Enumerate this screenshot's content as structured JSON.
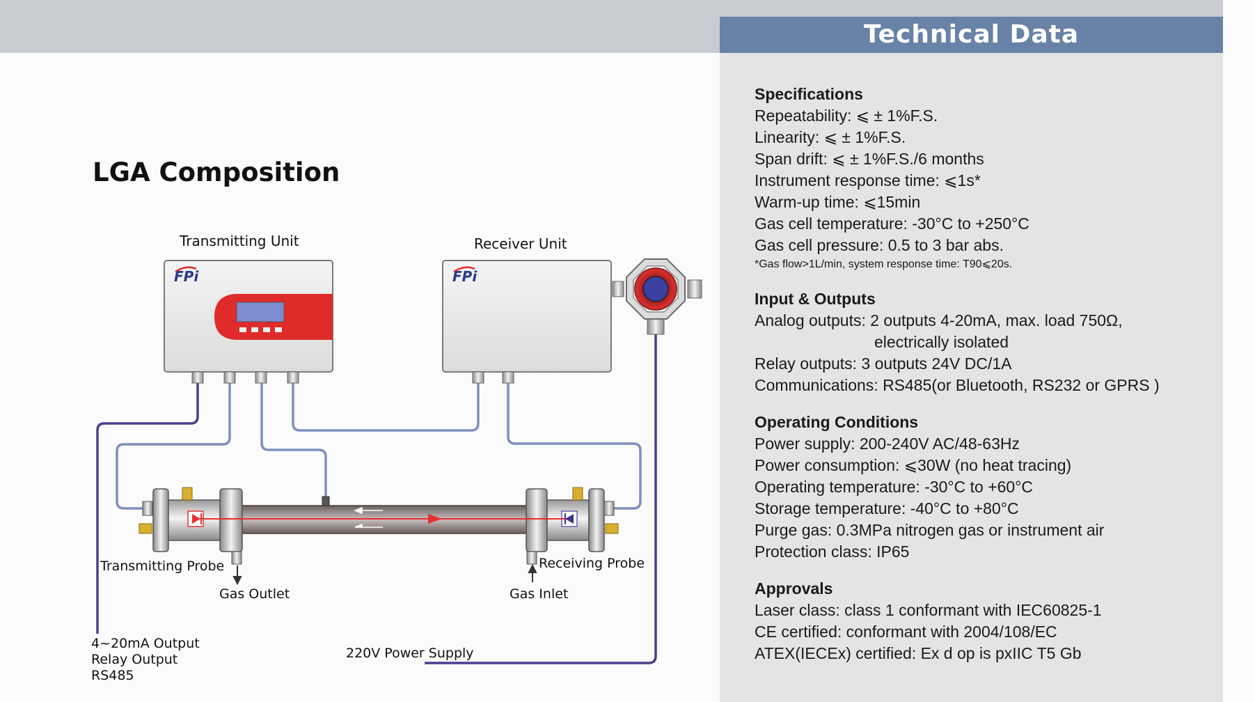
{
  "technical_data": {
    "title": "Technical Data",
    "sections": [
      {
        "heading": "Specifications",
        "lines": [
          "Repeatability: ⩽ ± 1%F.S.",
          "Linearity: ⩽ ± 1%F.S.",
          "Span drift: ⩽ ± 1%F.S./6 months",
          "Instrument response time: ⩽1s*",
          "Warm-up time: ⩽15min",
          "Gas cell temperature: -30°C to +250°C",
          "Gas cell pressure: 0.5 to 3 bar abs."
        ],
        "note": "*Gas flow>1L/min, system response time: T90⩽20s."
      },
      {
        "heading": "Input & Outputs",
        "lines": [
          "Analog outputs: 2 outputs 4-20mA, max. load 750Ω,",
          "electrically isolated",
          "Relay outputs: 3 outputs 24V DC/1A",
          "Communications: RS485(or Bluetooth, RS232 or GPRS )"
        ]
      },
      {
        "heading": "Operating Conditions",
        "lines": [
          "Power supply: 200-240V AC/48-63Hz",
          "Power consumption: ⩽30W (no heat tracing)",
          "Operating temperature: -30°C to +60°C",
          "Storage temperature: -40°C to +80°C",
          "Purge gas: 0.3MPa nitrogen gas or instrument air",
          "Protection class: IP65"
        ]
      },
      {
        "heading": "Approvals",
        "lines": [
          "Laser class: class 1 conformant with IEC60825-1",
          "CE certified: conformant with 2004/108/EC",
          "ATEX(IECEx) certified: Ex d op is pxIIC T5 Gb"
        ]
      }
    ]
  },
  "composition": {
    "title": "LGA Composition",
    "transmitting_unit": "Transmitting Unit",
    "receiver_unit": "Receiver Unit",
    "logo_text": "FPi",
    "transmitting_probe": "Transmitting Probe",
    "receiving_probe": "Receiving Probe",
    "gas_outlet": "Gas Outlet",
    "gas_inlet": "Gas Inlet",
    "outputs": [
      "4~20mA Output",
      "Relay Output",
      "RS485"
    ],
    "power_supply": "220V Power Supply"
  },
  "colors": {
    "header_blue": "#6882a8",
    "panel_gray": "#e3e4e6",
    "cable_blue": "#7f8fc0",
    "cable_purple": "#4a3f8c",
    "display_red": "#e02b2b",
    "laser_red": "#e53030"
  }
}
